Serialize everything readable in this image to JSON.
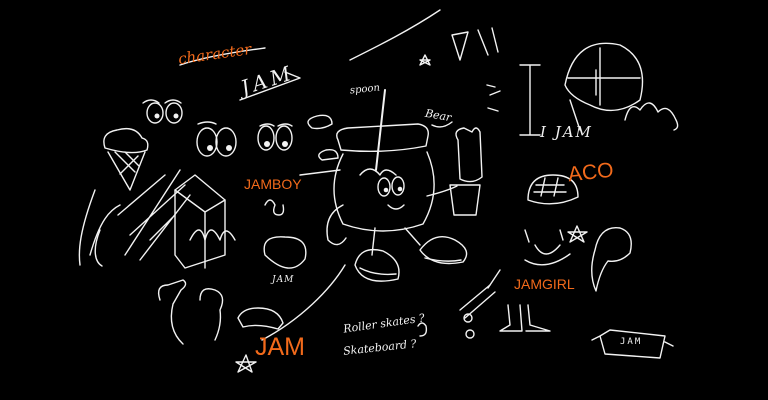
{
  "colors": {
    "background": "#000000",
    "accent": "#f26a1b",
    "ink": "#f2f2f2"
  },
  "labels": {
    "character": "character",
    "jam_top": "JAM",
    "spoon": "spoon",
    "bear": "Bear",
    "i_jam": "I JAM",
    "jamboy": "JAMBOY",
    "aco": "ACO",
    "jam_blob": "JAM",
    "jamgirl": "JAMGIRL",
    "jam_big": "JAM",
    "rollerskates": "Roller skates ?",
    "skateboard": "Skateboard ?",
    "jam_banner": "JAM"
  }
}
